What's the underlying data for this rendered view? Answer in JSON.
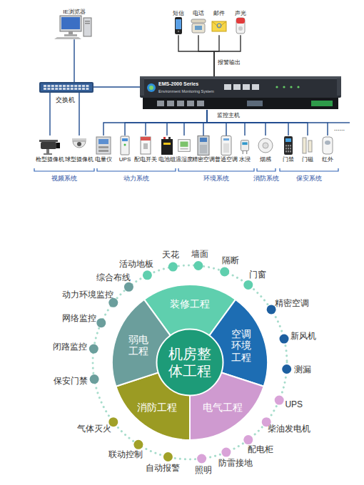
{
  "diagram": {
    "nodes": [
      {
        "text": [
          "IE浏览器"
        ]
      },
      {
        "text": [
          "交换机"
        ]
      },
      {
        "text": [
          "EMS-2000 Series",
          "Environment Monitoring System",
          "监控主机"
        ]
      },
      {
        "text": [
          "短信"
        ]
      },
      {
        "text": [
          "电话"
        ]
      },
      {
        "text": [
          "邮件"
        ]
      },
      {
        "text": [
          "声光"
        ]
      },
      {
        "text": [
          "枪型摄像机"
        ]
      },
      {
        "text": [
          "球型摄像机"
        ]
      },
      {
        "text": [
          "电量仪"
        ]
      },
      {
        "text": [
          "UPS"
        ]
      },
      {
        "text": [
          "配电开关"
        ]
      },
      {
        "text": [
          "电池组"
        ]
      },
      {
        "text": [
          "温湿度"
        ]
      },
      {
        "text": [
          "精密空调"
        ]
      },
      {
        "text": [
          "普通空调"
        ]
      },
      {
        "text": [
          "水浸"
        ]
      },
      {
        "text": [
          "烟感"
        ]
      },
      {
        "text": [
          "门禁"
        ]
      },
      {
        "text": [
          "门磁"
        ]
      },
      {
        "text": [
          "红外"
        ]
      },
      {
        "text": [
          "装修工程"
        ]
      },
      {
        "text": [
          "空调 环境 工程"
        ]
      },
      {
        "text": [
          "电气工程"
        ]
      },
      {
        "text": [
          "消防工程"
        ]
      },
      {
        "text": [
          "弱电 工程"
        ]
      },
      {
        "text": [
          "机房整 体工程"
        ]
      }
    ],
    "edges": [
      {
        "from": 0,
        "to": 1,
        "arrow": "none"
      },
      {
        "from": 1,
        "to": 2,
        "arrow": "none"
      },
      {
        "from": 1,
        "to": 7,
        "arrow": "none"
      },
      {
        "from": 1,
        "to": 8,
        "arrow": "none"
      },
      {
        "from": 2,
        "to": 3,
        "arrow": "none"
      },
      {
        "from": 2,
        "to": 4,
        "arrow": "none"
      },
      {
        "from": 2,
        "to": 5,
        "arrow": "none"
      },
      {
        "from": 2,
        "to": 6,
        "arrow": "none"
      },
      {
        "from": 2,
        "to": 9,
        "arrow": "none"
      },
      {
        "from": 2,
        "to": 10,
        "arrow": "none"
      },
      {
        "from": 2,
        "to": 11,
        "arrow": "none"
      },
      {
        "from": 2,
        "to": 12,
        "arrow": "none"
      },
      {
        "from": 2,
        "to": 13,
        "arrow": "none"
      },
      {
        "from": 2,
        "to": 14,
        "arrow": "none"
      },
      {
        "from": 2,
        "to": 15,
        "arrow": "none"
      },
      {
        "from": 2,
        "to": 16,
        "arrow": "none"
      },
      {
        "from": 2,
        "to": 17,
        "arrow": "none"
      },
      {
        "from": 2,
        "to": 18,
        "arrow": "none"
      },
      {
        "from": 2,
        "to": 19,
        "arrow": "none"
      },
      {
        "from": 2,
        "to": 20,
        "arrow": "none"
      }
    ],
    "labels": [
      "报警输出",
      "......",
      "视频系统",
      "动力系统",
      "环境系统",
      "消防系统",
      "保安系统",
      "天花",
      "墙面",
      "隔断",
      "门窗",
      "精密空调",
      "新风机",
      "测漏",
      "UPS",
      "柴油发电机",
      "配电柜",
      "防雷接地",
      "照明",
      "自动报警",
      "联动控制",
      "气体灭火",
      "保安门禁",
      "闭路监控",
      "网络监控",
      "动力环境监控",
      "综合布线",
      "活动地板"
    ]
  }
}
